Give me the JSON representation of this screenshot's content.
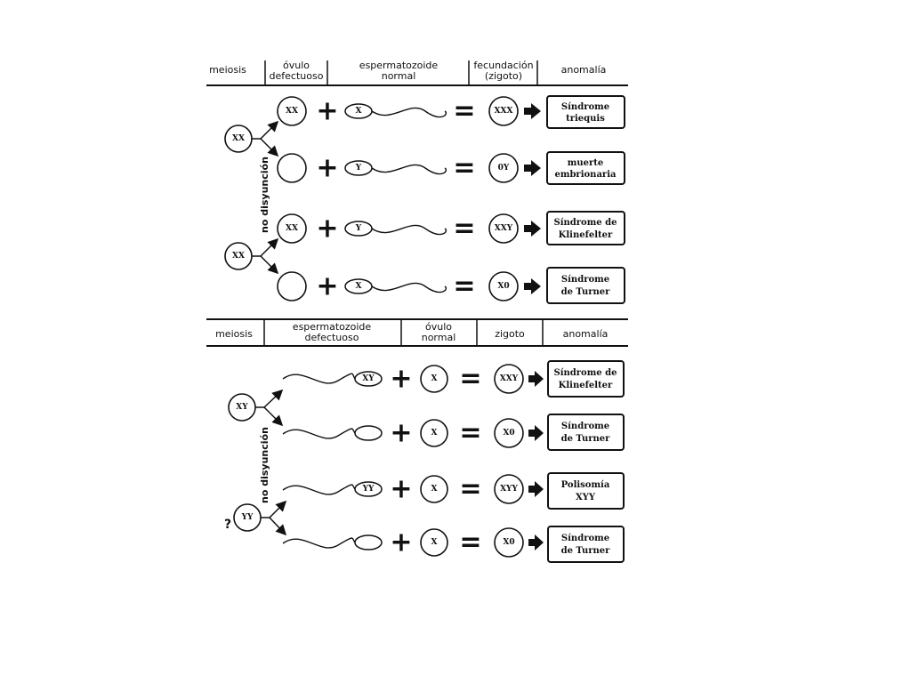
{
  "top": {
    "headers": {
      "meiosis": "meiosis",
      "ovulo_line1": "óvulo",
      "ovulo_line2": "defectuoso",
      "esperma_line1": "espermatozoide",
      "esperma_line2": "normal",
      "fecund_line1": "fecundación",
      "fecund_line2": "(zigoto)",
      "anomalia": "anomalía"
    },
    "side_label": "no disyunción",
    "parents": [
      "XX",
      "XX"
    ],
    "rows": [
      {
        "gamete": "XX",
        "sperm": "X",
        "zygote": "XXX",
        "anomaly": [
          "Síndrome",
          "triequis"
        ]
      },
      {
        "gamete": "",
        "sperm": "Y",
        "zygote": "0Y",
        "anomaly": [
          "muerte",
          "embrionaria"
        ]
      },
      {
        "gamete": "XX",
        "sperm": "Y",
        "zygote": "XXY",
        "anomaly": [
          "Síndrome de",
          "Klinefelter"
        ]
      },
      {
        "gamete": "",
        "sperm": "X",
        "zygote": "X0",
        "anomaly": [
          "Síndrome",
          "de Turner"
        ]
      }
    ]
  },
  "bottom": {
    "headers": {
      "meiosis": "meiosis",
      "esperma_line1": "espermatozoide",
      "esperma_line2": "defectuoso",
      "ovulo_line1": "óvulo",
      "ovulo_line2": "normal",
      "zigoto": "zigoto",
      "anomalia": "anomalía"
    },
    "side_label": "no disyunción",
    "parents": [
      "XY",
      "YY"
    ],
    "question_mark": "?",
    "rows": [
      {
        "sperm": "XY",
        "ovum": "X",
        "zygote": "XXY",
        "anomaly": [
          "Síndrome de",
          "Klinefelter"
        ]
      },
      {
        "sperm": "",
        "ovum": "X",
        "zygote": "X0",
        "anomaly": [
          "Síndrome",
          "de Turner"
        ]
      },
      {
        "sperm": "YY",
        "ovum": "X",
        "zygote": "XYY",
        "anomaly": [
          "Polisomía",
          "XYY"
        ]
      },
      {
        "sperm": "",
        "ovum": "X",
        "zygote": "X0",
        "anomaly": [
          "Síndrome",
          "de Turner"
        ]
      }
    ]
  },
  "symbols": {
    "plus": "+",
    "equals": "="
  },
  "icons": [
    "arrow-right-icon",
    "branch-arrow-icon"
  ],
  "colors": {
    "ink": "#111111",
    "background": "#ffffff"
  }
}
